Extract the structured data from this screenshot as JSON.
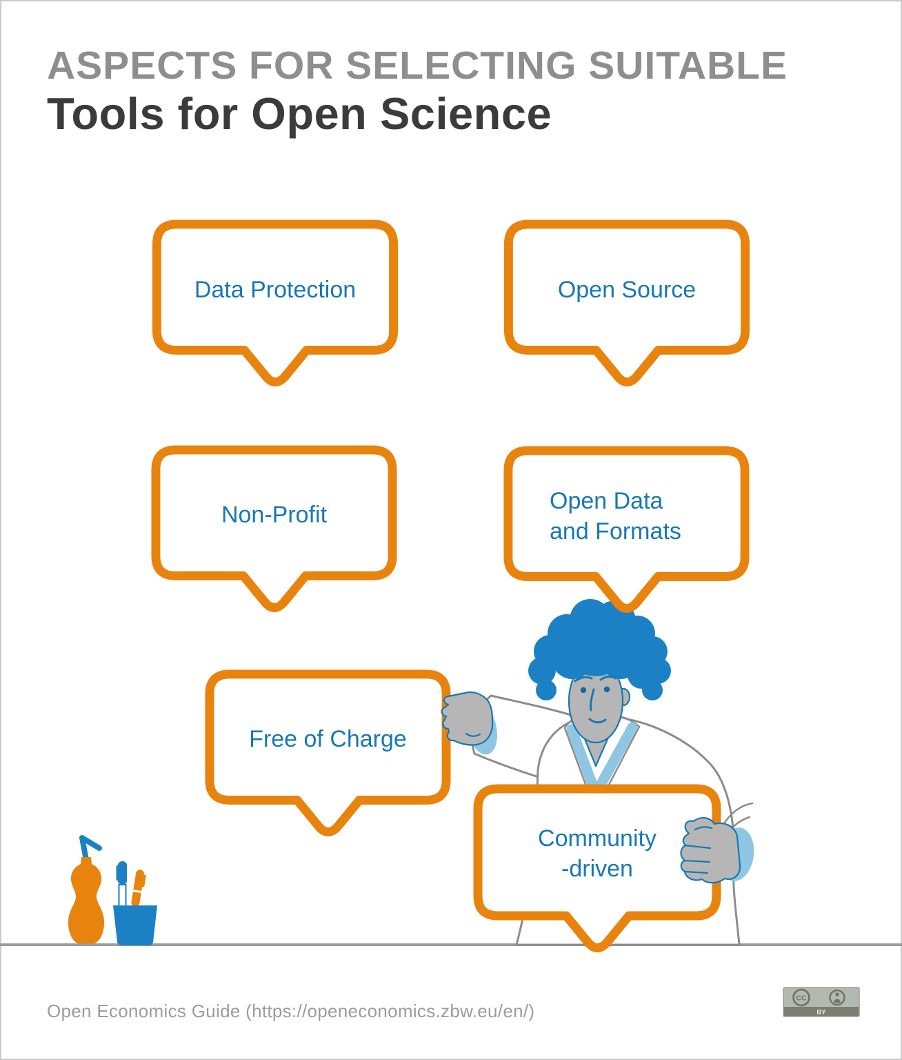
{
  "title": {
    "line1": "ASPECTS FOR SELECTING SUITABLE",
    "line2": "Tools for Open Science"
  },
  "bubbles": [
    {
      "label": "Data Protection"
    },
    {
      "label": "Open Source"
    },
    {
      "label": "Non-Profit"
    },
    {
      "label": "Open Data\nand Formats"
    },
    {
      "label": "Free of Charge"
    },
    {
      "label": "Community\n-driven"
    }
  ],
  "footer": {
    "credit": "Open Economics Guide (https://openeconomics.zbw.eu/en/)"
  },
  "license": {
    "cc": "CC",
    "by": "BY"
  },
  "illustrations": [
    "scientist-holding-speech-bubble",
    "bottle-with-straw",
    "pen-cup-with-pens",
    "desk-line"
  ],
  "icons": [
    "cc-logo-icon",
    "attribution-person-icon"
  ],
  "colors": {
    "accent_orange": "#E8830D",
    "text_blue": "#1778B4",
    "illustration_blue": "#1B81C4",
    "light_blue": "#8FC6E4",
    "skin_gray": "#B6B6B6",
    "coat_outline_gray": "#8C8C8C",
    "title_gray": "#8E8E8E",
    "title_dark": "#3B3B3B",
    "desk_gray": "#9B9B9B"
  }
}
